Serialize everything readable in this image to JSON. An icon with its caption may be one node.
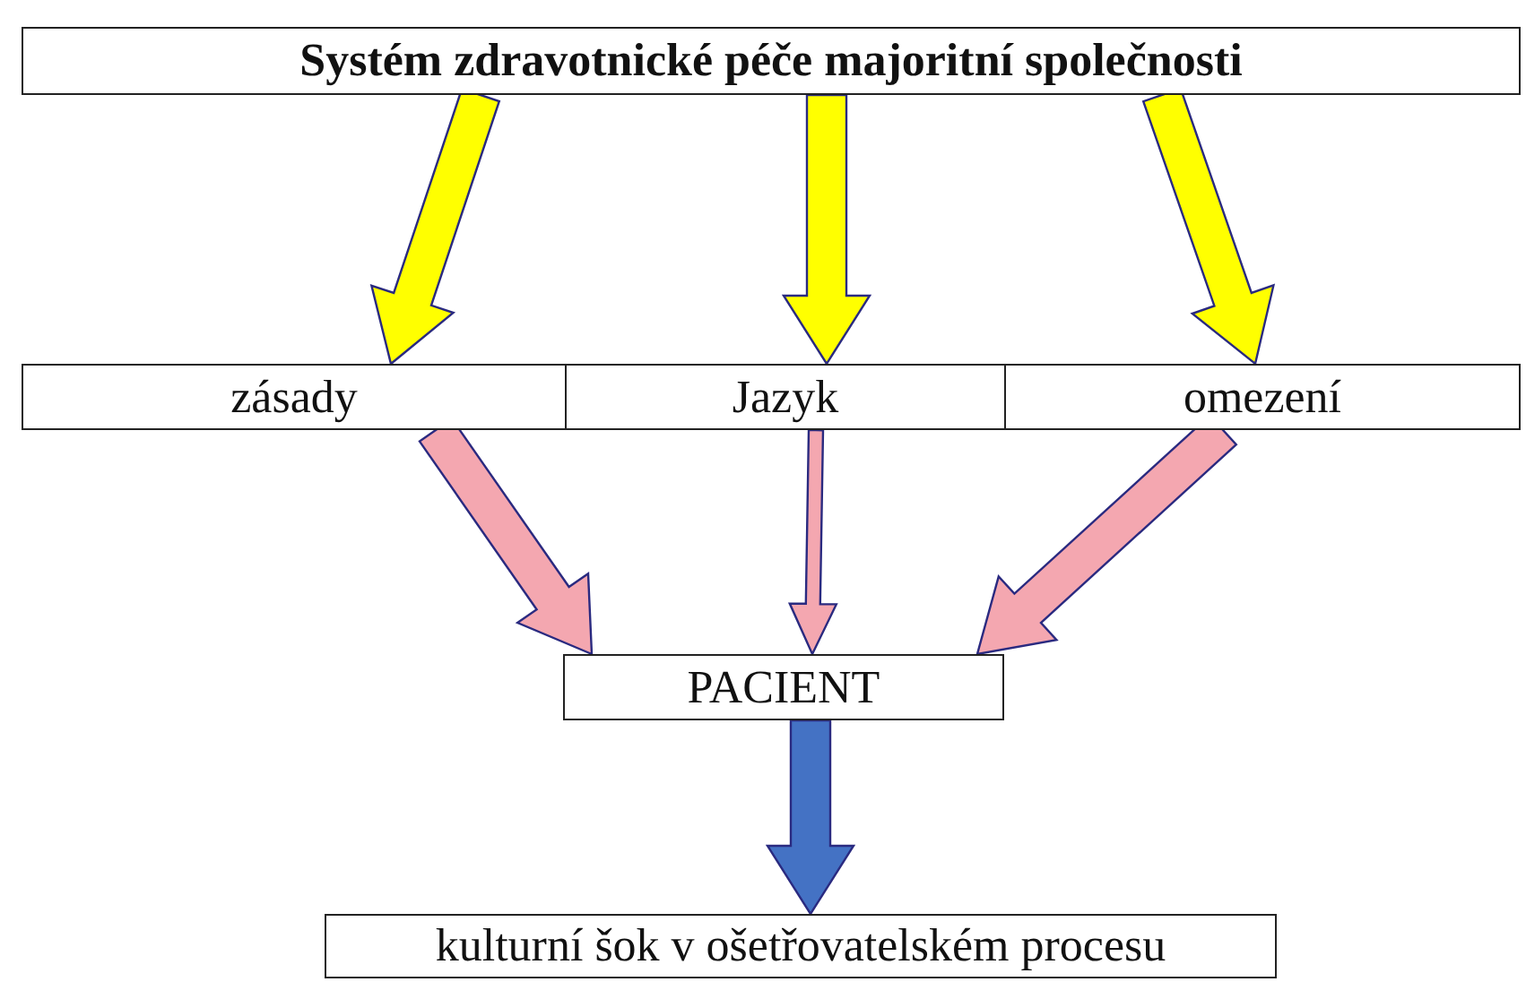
{
  "diagram": {
    "nodes": [
      {
        "text": [
          "Systém zdravotnické péče majoritní společnosti"
        ]
      },
      {
        "text": [
          "zásady"
        ]
      },
      {
        "text": [
          "Jazyk"
        ]
      },
      {
        "text": [
          "omezení"
        ]
      },
      {
        "text": [
          "PACIENT"
        ]
      },
      {
        "text": [
          "kulturní šok v ošetřovatelském procesu"
        ]
      }
    ],
    "edges": [
      {
        "from": 0,
        "to": 1,
        "arrow": "to",
        "style": "thick",
        "color": "#ffff00"
      },
      {
        "from": 0,
        "to": 2,
        "arrow": "to",
        "style": "thick",
        "color": "#ffff00"
      },
      {
        "from": 0,
        "to": 3,
        "arrow": "to",
        "style": "thick",
        "color": "#ffff00"
      },
      {
        "from": 1,
        "to": 4,
        "arrow": "to",
        "style": "thick",
        "color": "#f4a7b0"
      },
      {
        "from": 2,
        "to": 4,
        "arrow": "to",
        "style": "thick",
        "color": "#f4a7b0"
      },
      {
        "from": 3,
        "to": 4,
        "arrow": "to",
        "style": "thick",
        "color": "#f4a7b0"
      },
      {
        "from": 4,
        "to": 5,
        "arrow": "to",
        "style": "thick",
        "color": "#4472c4"
      }
    ]
  }
}
